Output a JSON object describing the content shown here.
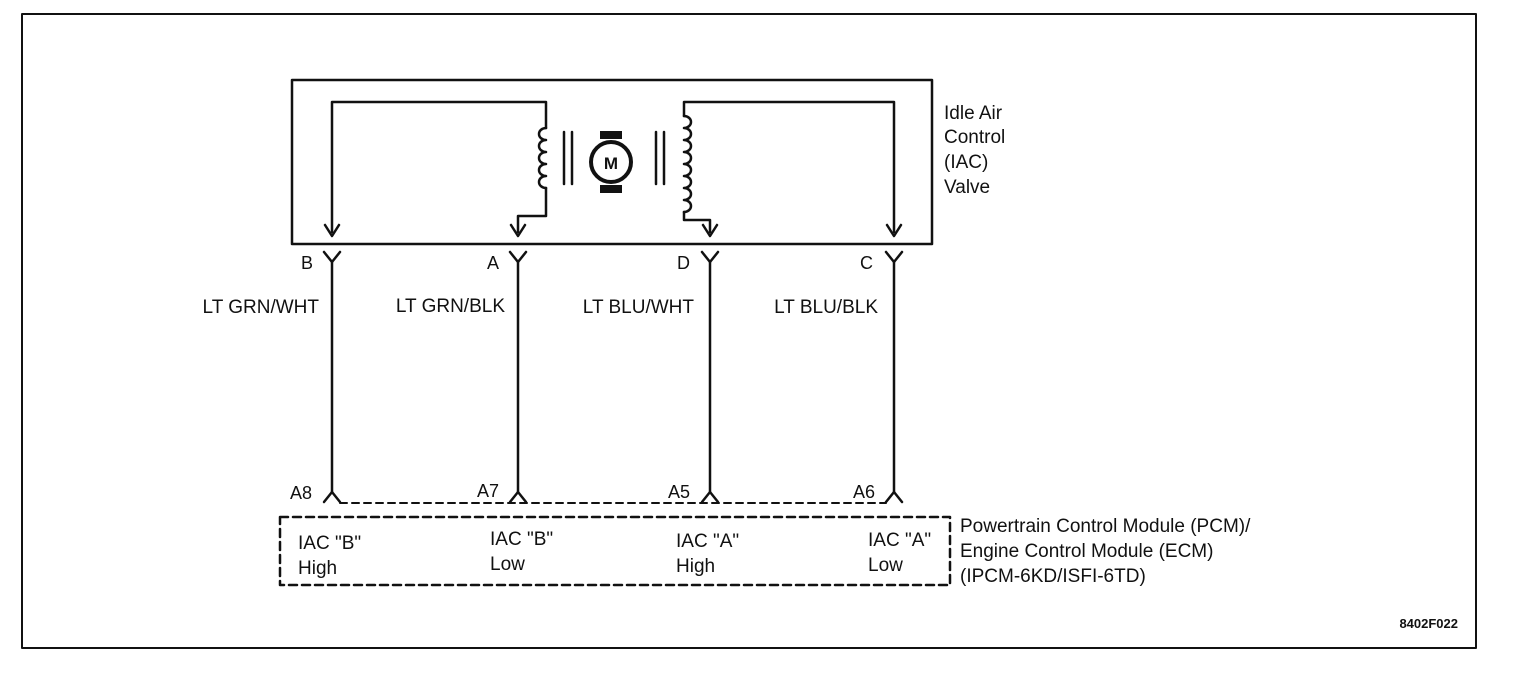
{
  "component": {
    "name_lines": [
      "Idle Air",
      "Control",
      "(IAC)",
      "Valve"
    ],
    "motor_symbol": "M"
  },
  "wires": [
    {
      "valve_pin": "B",
      "color": "LT GRN/WHT",
      "pcm_pin": "A8",
      "signal_lines": [
        "IAC \"B\"",
        "High"
      ]
    },
    {
      "valve_pin": "A",
      "color": "LT GRN/BLK",
      "pcm_pin": "A7",
      "signal_lines": [
        "IAC \"B\"",
        "Low"
      ]
    },
    {
      "valve_pin": "D",
      "color": "LT BLU/WHT",
      "pcm_pin": "A5",
      "signal_lines": [
        "IAC \"A\"",
        "High"
      ]
    },
    {
      "valve_pin": "C",
      "color": "LT BLU/BLK",
      "pcm_pin": "A6",
      "signal_lines": [
        "IAC \"A\"",
        "Low"
      ]
    }
  ],
  "module": {
    "name_lines": [
      "Powertrain Control Module (PCM)/",
      "Engine Control Module (ECM)",
      "(IPCM-6KD/ISFI-6TD)"
    ]
  },
  "figure_code": "8402F022"
}
